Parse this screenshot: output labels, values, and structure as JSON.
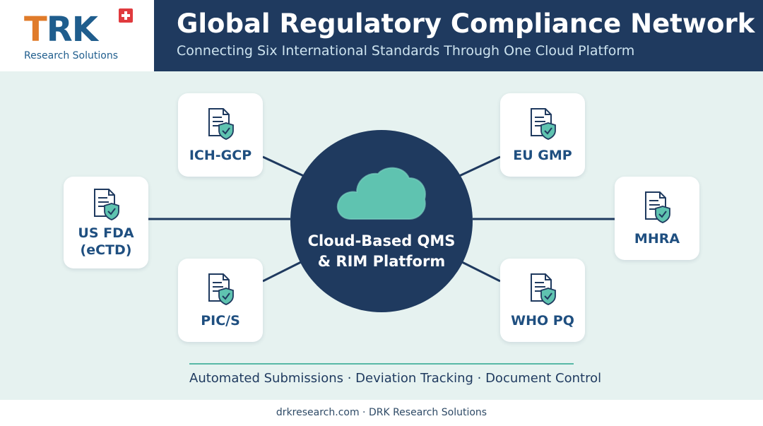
{
  "logo": {
    "word_main": "RK",
    "word_accent": "T",
    "word_lead": "",
    "tagline": "Research Solutions"
  },
  "header": {
    "title": "Global Regulatory Compliance Network",
    "subtitle": "Connecting Six International Standards Through One Cloud Platform"
  },
  "hub": {
    "line1": "Cloud-Based QMS",
    "line2": "& RIM Platform",
    "icon": "cloud-icon"
  },
  "nodes": {
    "ich_gcp": {
      "label": "ICH-GCP",
      "icon": "document-shield-icon"
    },
    "eu_gmp": {
      "label": "EU GMP",
      "icon": "document-shield-icon"
    },
    "us_fda_1": "US FDA",
    "us_fda_2": "(eCTD)",
    "mhra": {
      "label": "MHRA",
      "icon": "document-shield-icon"
    },
    "pics": {
      "label": "PIC/S",
      "icon": "document-shield-icon"
    },
    "who_pq": {
      "label": "WHO PQ",
      "icon": "document-shield-icon"
    }
  },
  "tagline": "Automated Submissions · Deviation Tracking · Document Control",
  "footer": "drkresearch.com · DRK Research Solutions",
  "colors": {
    "navy": "#1f3a5f",
    "teal": "#58b8a6",
    "label_blue": "#1f4f80",
    "accent_orange": "#e07b2a",
    "background": "#e6f2f0"
  }
}
